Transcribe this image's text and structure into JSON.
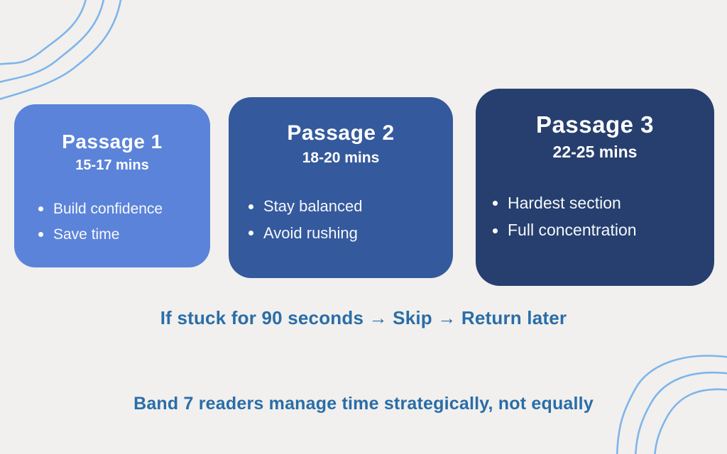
{
  "canvas": {
    "background": "#f1f0ee",
    "wave_color": "#7fb5ea"
  },
  "cards": [
    {
      "title": "Passage 1",
      "time": "15-17 mins",
      "bullets": [
        "Build confidence",
        "Save time"
      ],
      "bg": "#5b83d9"
    },
    {
      "title": "Passage 2",
      "time": "18-20 mins",
      "bullets": [
        "Stay balanced",
        "Avoid rushing"
      ],
      "bg": "#34599d"
    },
    {
      "title": "Passage 3",
      "time": "22-25 mins",
      "bullets": [
        "Hardest section",
        "Full concentration"
      ],
      "bg": "#263f6e"
    }
  ],
  "notes": {
    "strategy_line": "If stuck for 90 seconds → Skip → Return later",
    "takeaway_line": "Band 7 readers manage time strategically, not equally",
    "text_color": "#2a6da8"
  }
}
